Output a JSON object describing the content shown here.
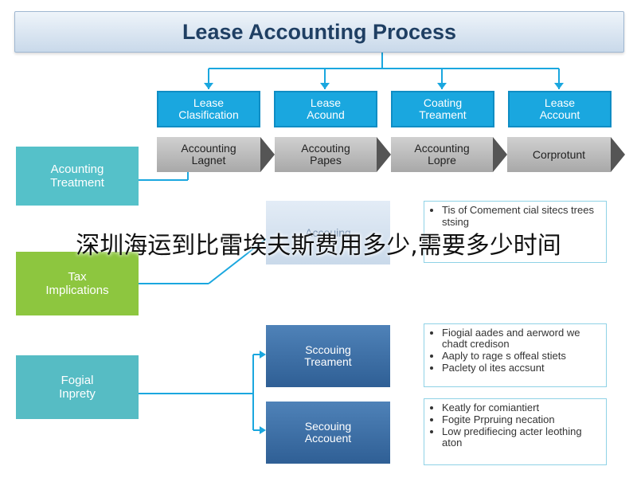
{
  "title": "Lease Accounting Process",
  "top_boxes": [
    {
      "label": "Lease\nClasification"
    },
    {
      "label": "Lease\nAcound"
    },
    {
      "label": "Coating\nTreament"
    },
    {
      "label": "Lease\nAccount"
    }
  ],
  "gray_boxes": [
    {
      "label": "Accounting\nLagnet"
    },
    {
      "label": "Accouting\nPapes"
    },
    {
      "label": "Accounting\nLopre"
    },
    {
      "label": "Corprotunt"
    }
  ],
  "left_boxes": [
    {
      "label": "Acounting\nTreatment",
      "color": "#55c1c9"
    },
    {
      "label": "Tax\nImplications",
      "color": "#8dc63f"
    },
    {
      "label": "Fogial\nInprety",
      "color": "#56bcc4"
    }
  ],
  "mid_boxes": [
    {
      "label": "Accouing"
    },
    {
      "label": "Sccouing\nTreament"
    },
    {
      "label": "Secouing\nAccouent"
    }
  ],
  "lists": [
    {
      "items": [
        "Tis of Comement cial sitecs trees",
        "stsing"
      ]
    },
    {
      "items": [
        "Fiogial aades and aerword we chadt credison",
        "Aaply to rage s offeal stiets",
        "Paclety ol ites accsunt"
      ]
    },
    {
      "items": [
        "Keatly for comiantiert",
        "Fogite Prpruing necation",
        "Low predifiecing acter leothing aton"
      ]
    }
  ],
  "overlay_text": "深圳海运到比雷埃夫斯费用多少,需要多少时间"
}
